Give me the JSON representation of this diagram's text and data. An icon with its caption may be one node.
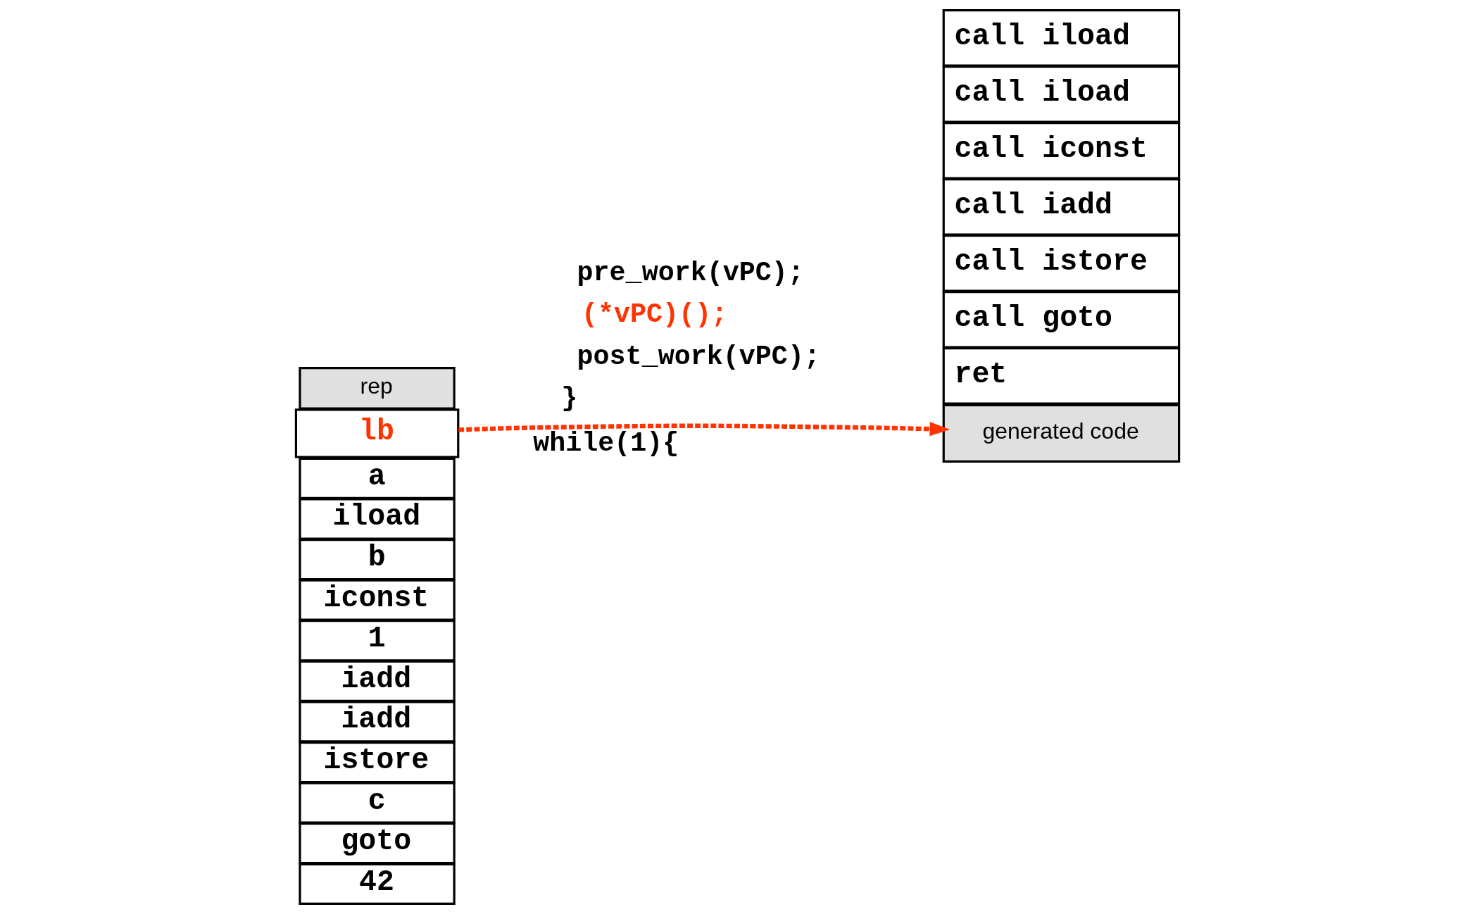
{
  "diagram": {
    "nodes": [
      {
        "text": [
          "rep"
        ]
      },
      {
        "text": [
          "lb"
        ]
      },
      {
        "text": [
          "a"
        ]
      },
      {
        "text": [
          "iload"
        ]
      },
      {
        "text": [
          "b"
        ]
      },
      {
        "text": [
          "iconst"
        ]
      },
      {
        "text": [
          "1"
        ]
      },
      {
        "text": [
          "iadd"
        ]
      },
      {
        "text": [
          "iadd"
        ]
      },
      {
        "text": [
          "istore"
        ]
      },
      {
        "text": [
          "c"
        ]
      },
      {
        "text": [
          "goto"
        ]
      },
      {
        "text": [
          "42"
        ]
      },
      {
        "text": [
          "generated code"
        ]
      },
      {
        "text": [
          "call iload"
        ]
      },
      {
        "text": [
          "call iload"
        ]
      },
      {
        "text": [
          "call iconst"
        ]
      },
      {
        "text": [
          "call iadd"
        ]
      },
      {
        "text": [
          "call istore"
        ]
      },
      {
        "text": [
          "call goto"
        ]
      },
      {
        "text": [
          "ret"
        ]
      }
    ],
    "edges": [
      {
        "from": 1,
        "to": 13,
        "arrow": "to",
        "style": "dashed",
        "color": "#ff3300"
      }
    ],
    "labels": [
      "while(1){",
      "pre_work(vPC);",
      "(*vPC)();",
      "post_work(vPC);",
      "}"
    ]
  }
}
